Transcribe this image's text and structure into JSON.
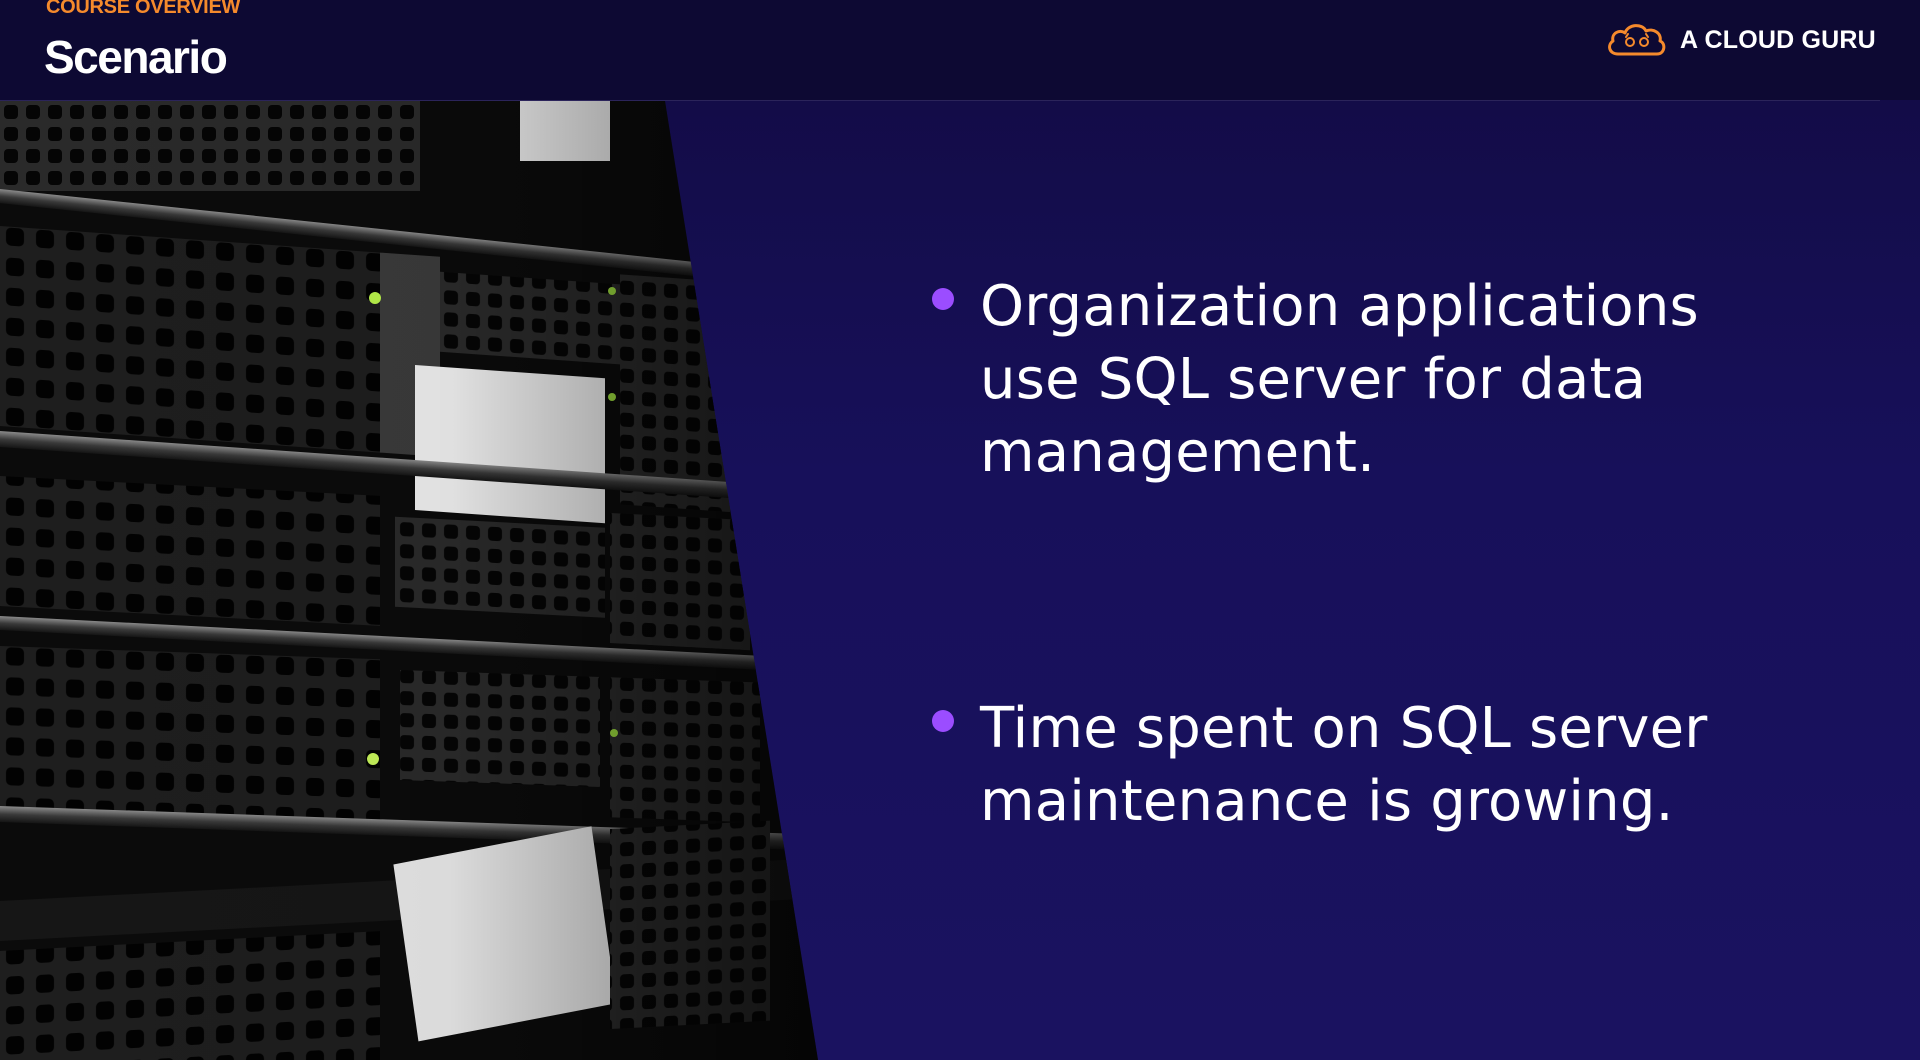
{
  "header": {
    "kicker": "COURSE OVERVIEW",
    "title": "Scenario",
    "brand": {
      "name": "A CLOUD GURU",
      "icon": "cloud-logo-icon",
      "color": "#f58a2c"
    }
  },
  "photo": {
    "icon": "server-rack-image"
  },
  "bullets": [
    {
      "text": "Organization applications use SQL server for data management."
    },
    {
      "text": "Time spent on SQL server maintenance is growing."
    }
  ],
  "colors": {
    "background": "#17105a",
    "header_background": "#0d0933",
    "accent_orange": "#f58a2c",
    "bullet_purple": "#9b4dff",
    "text": "#ffffff"
  }
}
